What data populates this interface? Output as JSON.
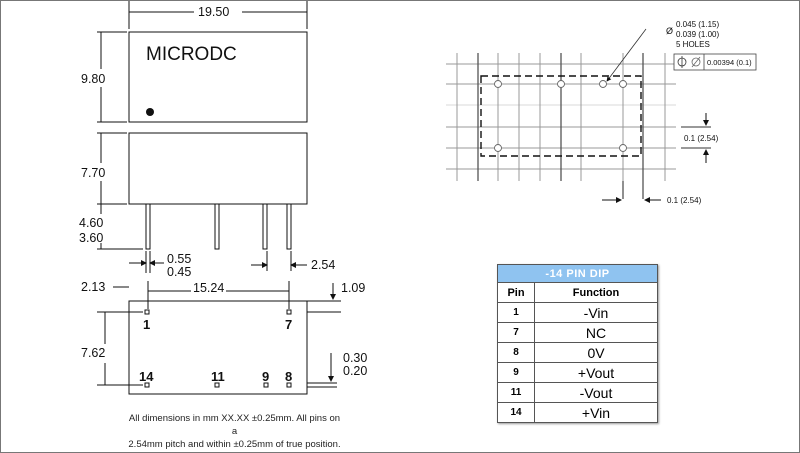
{
  "label": "MICRODC",
  "dims": {
    "length": "19.50",
    "height_top": "9.80",
    "height_side": "7.70",
    "pin_len_max": "4.60",
    "pin_len_min": "3.60",
    "pin_w_max": "0.55",
    "pin_w_min": "0.45",
    "pitch": "2.54",
    "edge_offset": "2.13",
    "pin_span": "15.24",
    "edge_top": "1.09",
    "row_span": "7.62",
    "pin_t_max": "0.30",
    "pin_t_min": "0.20"
  },
  "pin_numbers": [
    "1",
    "7",
    "14",
    "11",
    "9",
    "8"
  ],
  "note": [
    "All dimensions in mm XX.XX ±0.25mm. All pins on a",
    "2.54mm pitch and within ±0.25mm of true position."
  ],
  "footprint": {
    "hole_dia_symbol": "Ø",
    "hole_max": "0.045 (1.15)",
    "hole_min": "0.039 (1.00)",
    "hole_count": "5 HOLES",
    "tolerance": "0.00394 (0.1)",
    "pitch_v": "0.1 (2.54)",
    "pitch_h": "0.1 (2.54)"
  },
  "table": {
    "title": "-14 PIN DIP",
    "headers": [
      "Pin",
      "Function"
    ],
    "rows": [
      {
        "pin": "1",
        "function": "-Vin"
      },
      {
        "pin": "7",
        "function": "NC"
      },
      {
        "pin": "8",
        "function": "0V"
      },
      {
        "pin": "9",
        "function": "+Vout"
      },
      {
        "pin": "11",
        "function": "-Vout"
      },
      {
        "pin": "14",
        "function": "+Vin"
      }
    ]
  }
}
